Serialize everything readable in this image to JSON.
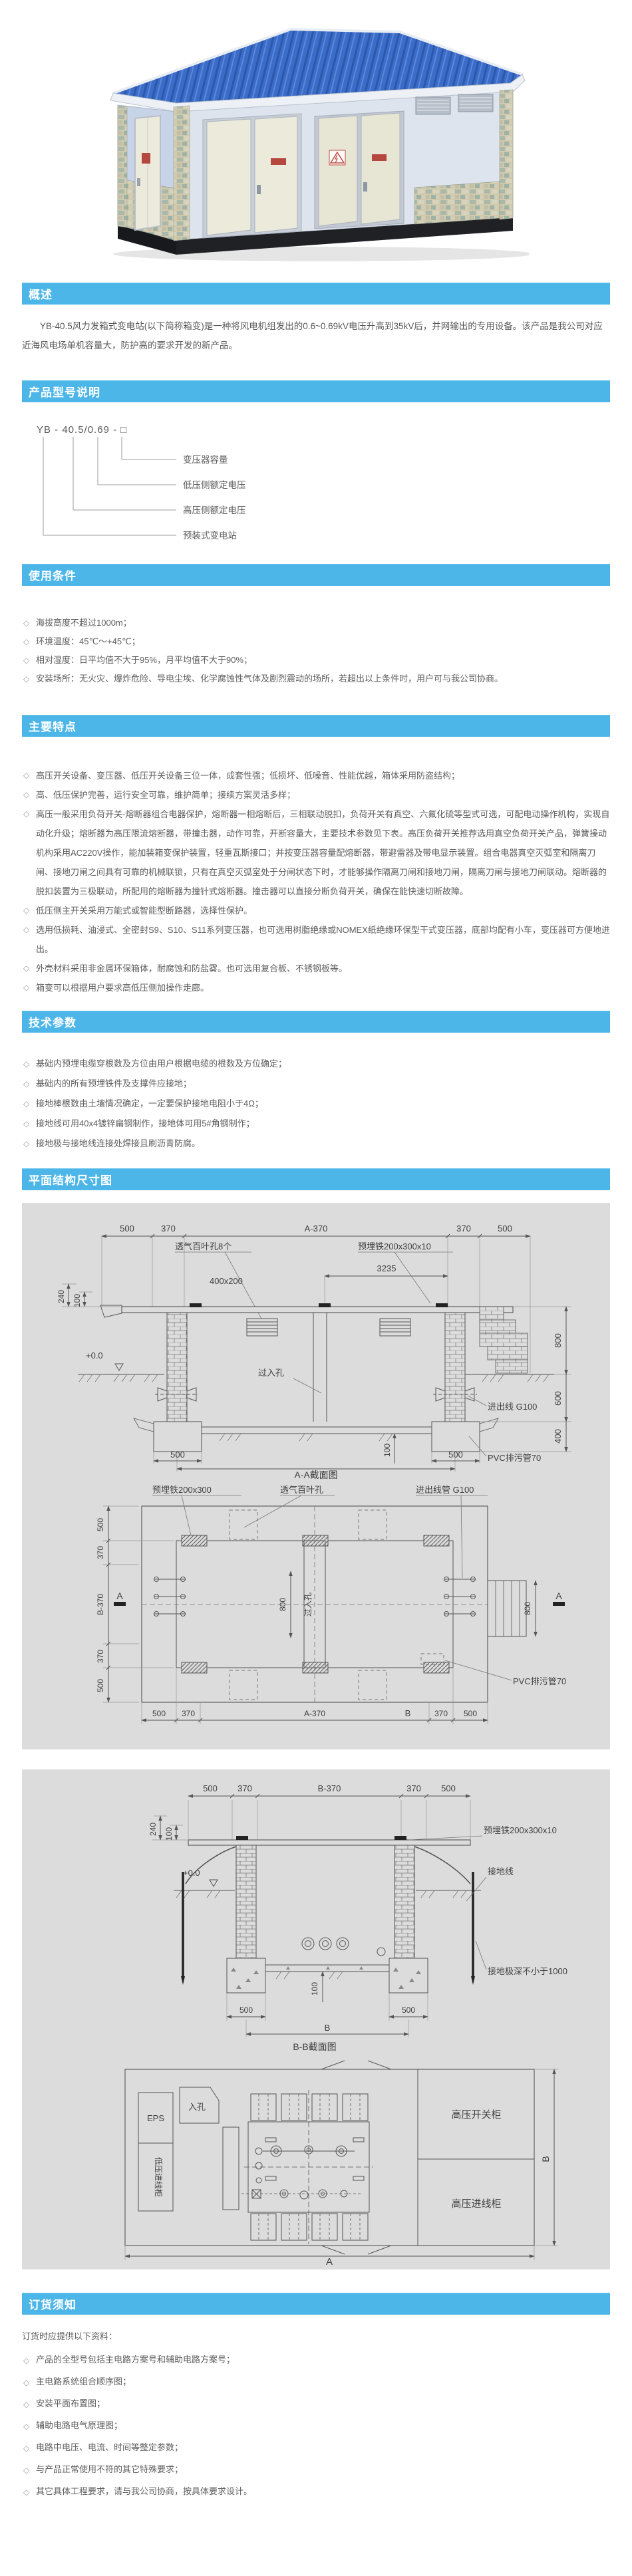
{
  "bullet": "◇",
  "colors": {
    "header_bg": "#4db6e8",
    "panel_bg": "#dcdcdd",
    "roof_blue": "#3a6cc9",
    "text": "#5b5b5b"
  },
  "sections": {
    "overview": {
      "title": "概述",
      "body": "YB-40.5风力发箱式变电站(以下简称箱变)是一种将风电机组发出的0.6~0.69kV电压升高到35kV后，并网输出的专用设备。该产品是我公司对应近海风电场单机容量大，防护高的要求开发的新产品。"
    },
    "model": {
      "title": "产品型号说明",
      "code": "YB - 40.5/0.69 - □",
      "labels": [
        "变压器容量",
        "低压侧额定电压",
        "高压侧额定电压",
        "预装式变电站"
      ]
    },
    "usage": {
      "title": "使用条件",
      "items": [
        "海拔高度不超过1000m；",
        "环境温度：45℃～+45℃；",
        "相对湿度：日平均值不大于95%，月平均值不大于90%；",
        "安装场所：无火灾、爆炸危险、导电尘埃、化学腐蚀性气体及剧烈震动的场所，若超出以上条件时，用户可与我公司协商。"
      ]
    },
    "features": {
      "title": "主要特点",
      "items": [
        "高压开关设备、变压器、低压开关设备三位一体，成套性强；低损坏、低噪音、性能优越，箱体采用防盗结构；",
        "高、低压保护完善，运行安全可靠，维护简单；接续方案灵活多样；",
        "高压一般采用负荷开关-熔断器组合电器保护，熔断器一相熔断后，三相联动脱扣，负荷开关有真空、六氟化硫等型式可选，可配电动操作机构，实现自动化升级；熔断器为高压限流熔断器，带撞击器，动作可靠，开断容量大，主要技术参数见下表。高压负荷开关推荐选用真空负荷开关产品，弹簧操动机构采用AC220V操作，能加装箱变保护装置，轻重瓦斯接口；并按变压器容量配熔断器，带避雷器及带电显示装置。组合电器真空灭弧室和隔离刀闸、接地刀闸之间具有可靠的机械联锁，只有在真空灭弧室处于分闸状态下时，才能够操作隔离刀闸和接地刀闸，隔离刀闸与接地刀闸联动。熔断器的脱扣装置为三极联动，所配用的熔断器为撞针式熔断器。撞击器可以直接分断负荷开关，确保在能快速切断故障。",
        "低压侧主开关采用万能式或智能型断路器，选择性保护。",
        "选用低损耗、油浸式、全密封S9、S10、S11系列变压器，也可选用树脂绝缘或NOMEX纸绝缘环保型干式变压器，底部均配有小车，变压器可方便地进出。",
        "外壳材料采用非金属环保箱体，耐腐蚀和防盐雾。也可选用复合板、不锈钢板等。",
        "箱变可以根据用户要求高低压侧加操作走廊。"
      ]
    },
    "tech": {
      "title": "技术参数",
      "items": [
        "基础内预埋电缆穿根数及方位由用户根据电缆的根数及方位确定；",
        "基础内的所有预埋铁件及支撑件应接地；",
        "接地棒根数由土壤情况确定，一定要保护接地电阻小于4Ω；",
        "接地线可用40x4镀锌扁钢制作，接地体可用5#角钢制作；",
        "接地极与接地线连接处焊接且刷沥青防腐。"
      ]
    },
    "drawings": {
      "title": "平面结构尺寸图"
    },
    "ordering": {
      "title": "订货须知",
      "intro": "订货时应提供以下资料：",
      "items": [
        "产品的全型号包括主电路方案号和辅助电路方案号；",
        "主电路系统组合顺序图；",
        "安装平面布置图；",
        "辅助电路电气原理图；",
        "电路中电压、电流、时间等整定参数；",
        "与产品正常使用不符的其它特殊要求；",
        "其它具体工程要求，请与我公司协商，按具体要求设计。"
      ]
    }
  },
  "aa": {
    "title": "A-A截面图",
    "top_dims": [
      "500",
      "370",
      "A-370",
      "370",
      "500"
    ],
    "left_dims": [
      "240",
      "100"
    ],
    "right_dims": [
      "800",
      "600",
      "400"
    ],
    "bot_dims": [
      "500",
      "100",
      "500"
    ],
    "lbl_vent": "透气百叶孔8个",
    "lbl_vent_size": "400x200",
    "lbl_iron": "预埋铁200x300x10",
    "lbl_span": "3235",
    "lbl_access": "过入孔",
    "lbl_level": "+0.0",
    "lbl_inout": "进出线 G100",
    "lbl_pvc": "PVC排污管70"
  },
  "plan": {
    "left_dims": [
      "500",
      "370",
      "B-370",
      "370",
      "500"
    ],
    "bot_dims": [
      "500",
      "370",
      "A-370",
      "370",
      "500"
    ],
    "mark_b": "B",
    "lbl_iron": "预埋铁200x300",
    "lbl_vent": "透气百叶孔",
    "lbl_conduit": "进出线管 G100",
    "lbl_access": "过入孔",
    "dim_access": "800",
    "dim_right": "800",
    "mark": "A",
    "lbl_pvc": "PVC排污管70"
  },
  "bb": {
    "title": "B-B截面图",
    "top_dims": [
      "500",
      "370",
      "B-370",
      "370",
      "500"
    ],
    "left_dims": [
      "240",
      "100"
    ],
    "bot_dims": [
      "500",
      "500"
    ],
    "dim_100": "100",
    "dim_b": "B",
    "lbl_iron": "预埋铁200x300x10",
    "lbl_ground": "接地线",
    "lbl_level": "+0.0",
    "lbl_electrode": "接地极深不小于1000"
  },
  "layout": {
    "lbl_manhole": "入孔",
    "lbl_eps": "EPS",
    "lbl_lv": "低压进线柜",
    "lbl_hv_switch": "高压开关柜",
    "lbl_hv_in": "高压进线柜",
    "dim_a": "A",
    "dim_b": "B"
  }
}
